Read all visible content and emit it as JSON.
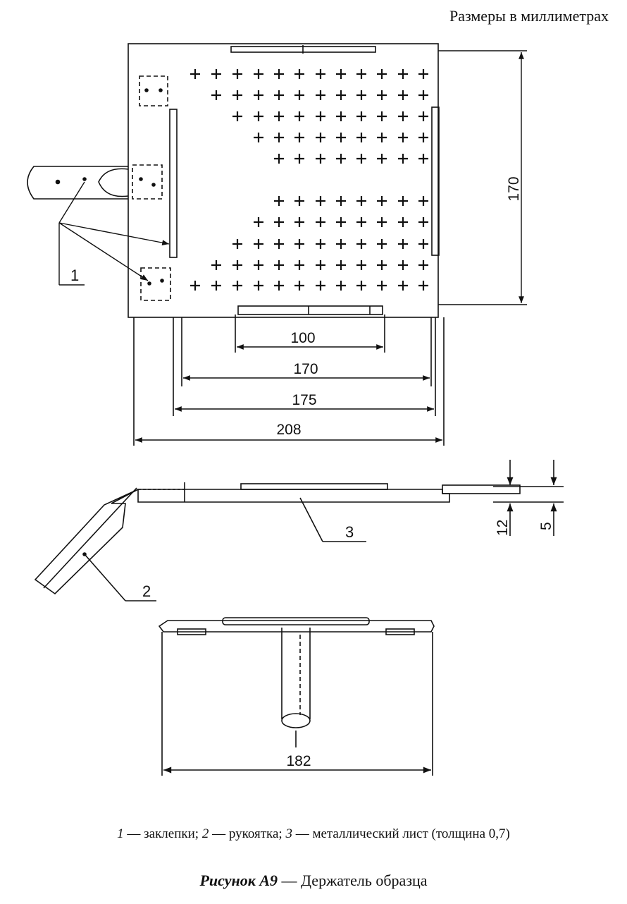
{
  "header": {
    "units_note": "Размеры в миллиметрах"
  },
  "dimensions": {
    "top_height": "170",
    "slot_width": "100",
    "inner_width": "170",
    "rail_width": "175",
    "total_width": "208",
    "side_height_total": "12",
    "side_height_step": "5",
    "front_width": "182"
  },
  "leaders": {
    "rivets": "1",
    "handle": "2",
    "sheet": "3"
  },
  "legend": {
    "items": [
      {
        "num": "1",
        "text": "заклепки"
      },
      {
        "num": "2",
        "text": "рукоятка"
      },
      {
        "num": "3",
        "text": "металлический лист (толщина 0,7)"
      }
    ],
    "sep": " — ",
    "delim": "; "
  },
  "caption": {
    "figure_number": "Рисунок А9",
    "dash": " — ",
    "title": "Держатель образца"
  }
}
